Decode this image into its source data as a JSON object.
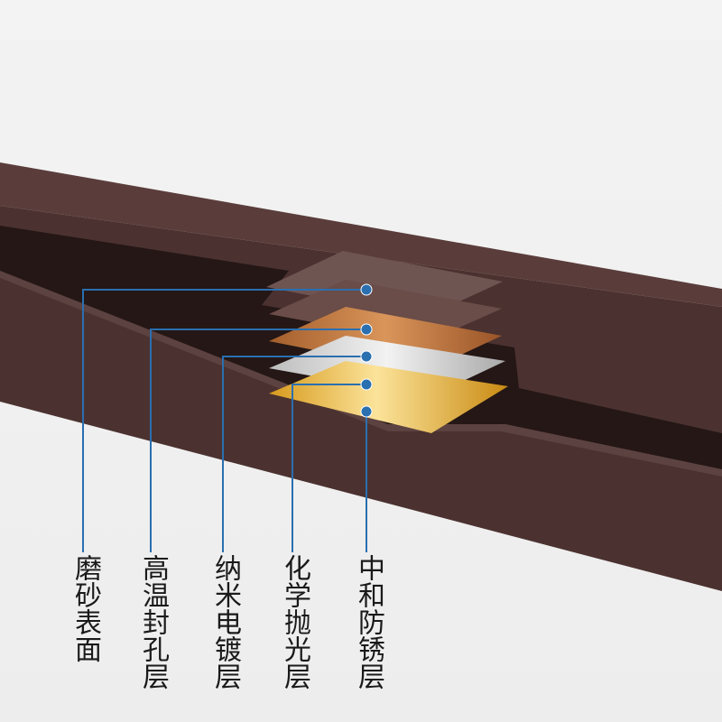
{
  "layers": [
    {
      "label": "磨砂表面",
      "color": "#6e5552"
    },
    {
      "label": "高温封孔层",
      "color": "#6a4c48"
    },
    {
      "label": "纳米电镀层",
      "color": "#b8703a"
    },
    {
      "label": "化学抛光层",
      "color": "#d8d8d8"
    },
    {
      "label": "中和防锈层",
      "color": "#e6b43a"
    }
  ],
  "colors": {
    "background": "#f1f1f1",
    "profile_face": "#4b3230",
    "profile_top": "#5a3d3b",
    "profile_groove": "#241715",
    "leader_line": "#2a6fb0",
    "dot": "#2a6fb0"
  }
}
